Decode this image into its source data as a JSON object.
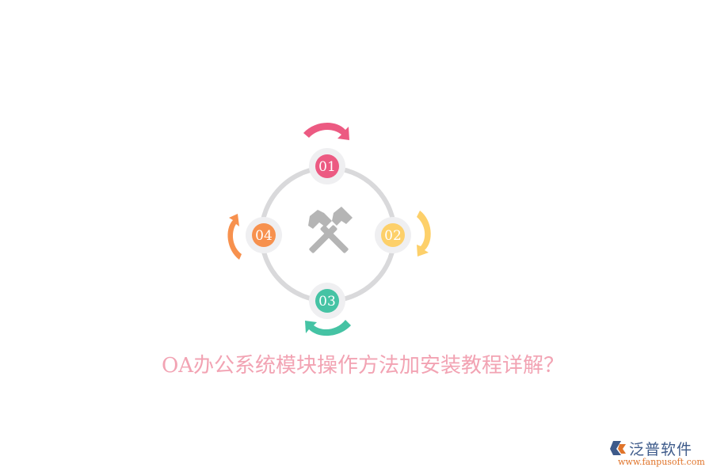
{
  "diagram": {
    "center_icon": "crossed-hammers-icon",
    "ring_color": "#d9d9db",
    "node_ring_color": "#efeff1",
    "icon_color": "#b3b3b3",
    "nodes": [
      {
        "label": "01",
        "color": "#ec5a82",
        "position": "top",
        "arrow": "clockwise"
      },
      {
        "label": "02",
        "color": "#fdd06a",
        "position": "right",
        "arrow": "clockwise"
      },
      {
        "label": "03",
        "color": "#45c3a4",
        "position": "bottom",
        "arrow": "clockwise"
      },
      {
        "label": "04",
        "color": "#f7914e",
        "position": "left",
        "arrow": "clockwise"
      }
    ]
  },
  "title": "OA办公系统模块操作方法加安装教程详解？",
  "logo": {
    "brand": "泛普软件",
    "url": "www.fanpusoft.com"
  }
}
